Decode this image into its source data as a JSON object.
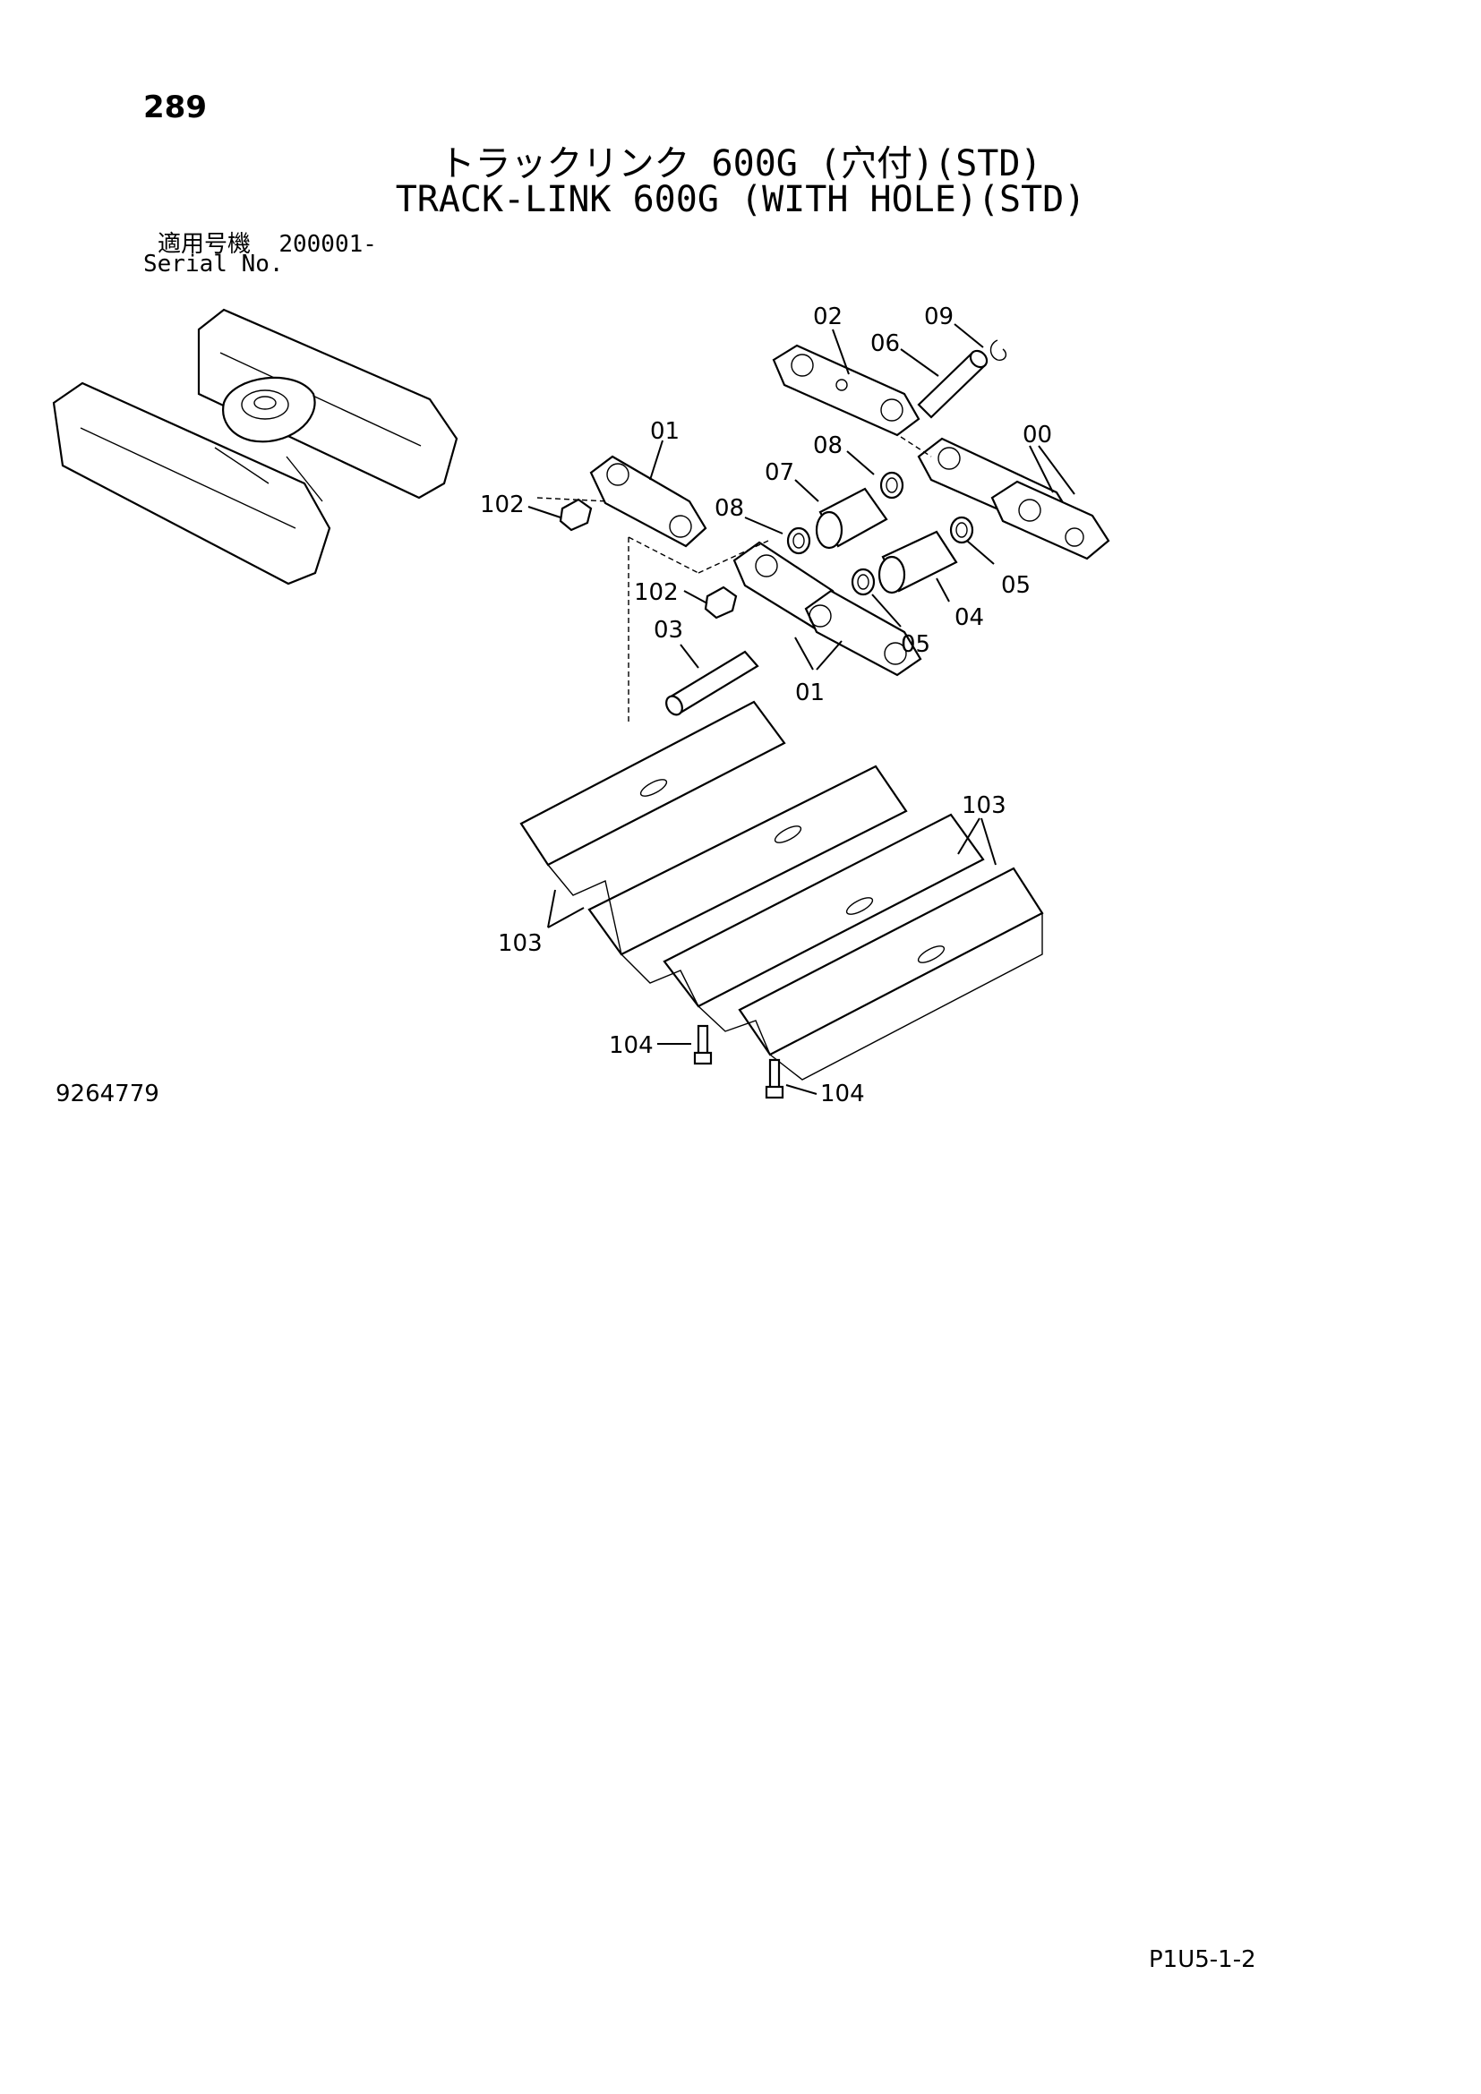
{
  "page": {
    "number": "289",
    "title_jp": "トラックリンク 600G (穴付)(STD)",
    "title_en": "TRACK-LINK 600G (WITH HOLE)(STD)",
    "serial_label_jp": "適用号機",
    "serial_value": "200001-",
    "serial_label_en": "Serial No.",
    "drawing_number": "9264779",
    "footer_code": "P1U5-1-2"
  },
  "callouts": {
    "c02": "02",
    "c09": "09",
    "c06": "06",
    "c01a": "01",
    "c08a": "08",
    "c00": "00",
    "c07": "07",
    "c102a": "102",
    "c08b": "08",
    "c05a": "05",
    "c102b": "102",
    "c04": "04",
    "c03": "03",
    "c05b": "05",
    "c01b": "01",
    "c103a": "103",
    "c103b": "103",
    "c104a": "104",
    "c104b": "104"
  }
}
